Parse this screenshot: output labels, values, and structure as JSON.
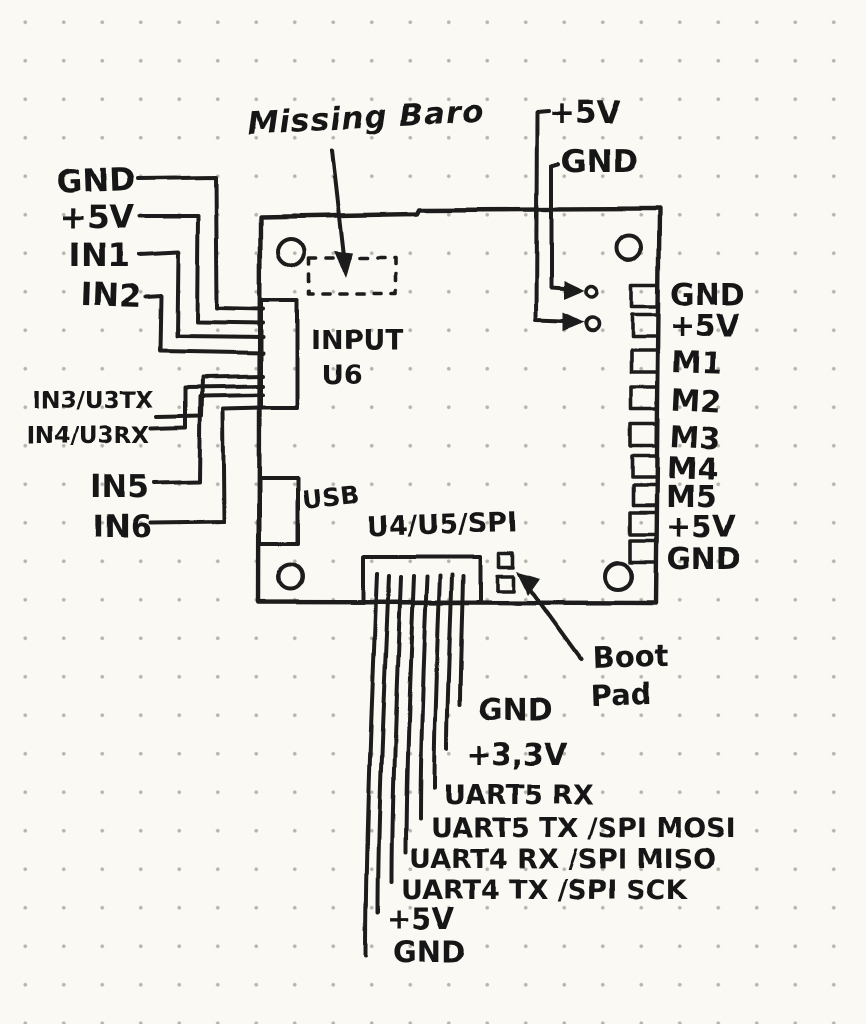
{
  "annotations": {
    "missing_baro": "Missing Baro",
    "boot_pad_line1": "Boot",
    "boot_pad_line2": "Pad"
  },
  "power_probes": {
    "plus5v": "+5V",
    "gnd": "GND"
  },
  "left_pins": [
    "GND",
    "+5V",
    "IN1",
    "IN2",
    "IN3/U3TX",
    "IN4/U3RX",
    "IN5",
    "IN6"
  ],
  "right_pins": [
    "GND",
    "+5V",
    "M1",
    "M2",
    "M3",
    "M4",
    "M5",
    "+5V",
    "GND"
  ],
  "board": {
    "input_label": "INPUT",
    "input_ref": "U6",
    "usb_label": "USB",
    "spi_header_label": "U4/U5/SPI"
  },
  "bottom_pins": [
    "GND",
    "+3,3V",
    "UART5 RX",
    "UART5 TX /SPI MOSI",
    "UART4 RX /SPI MISO",
    "UART4 TX /SPI SCK",
    "+5V",
    "GND"
  ],
  "colors": {
    "ink": "#1c1c1c",
    "paper": "#fbf9f4"
  }
}
